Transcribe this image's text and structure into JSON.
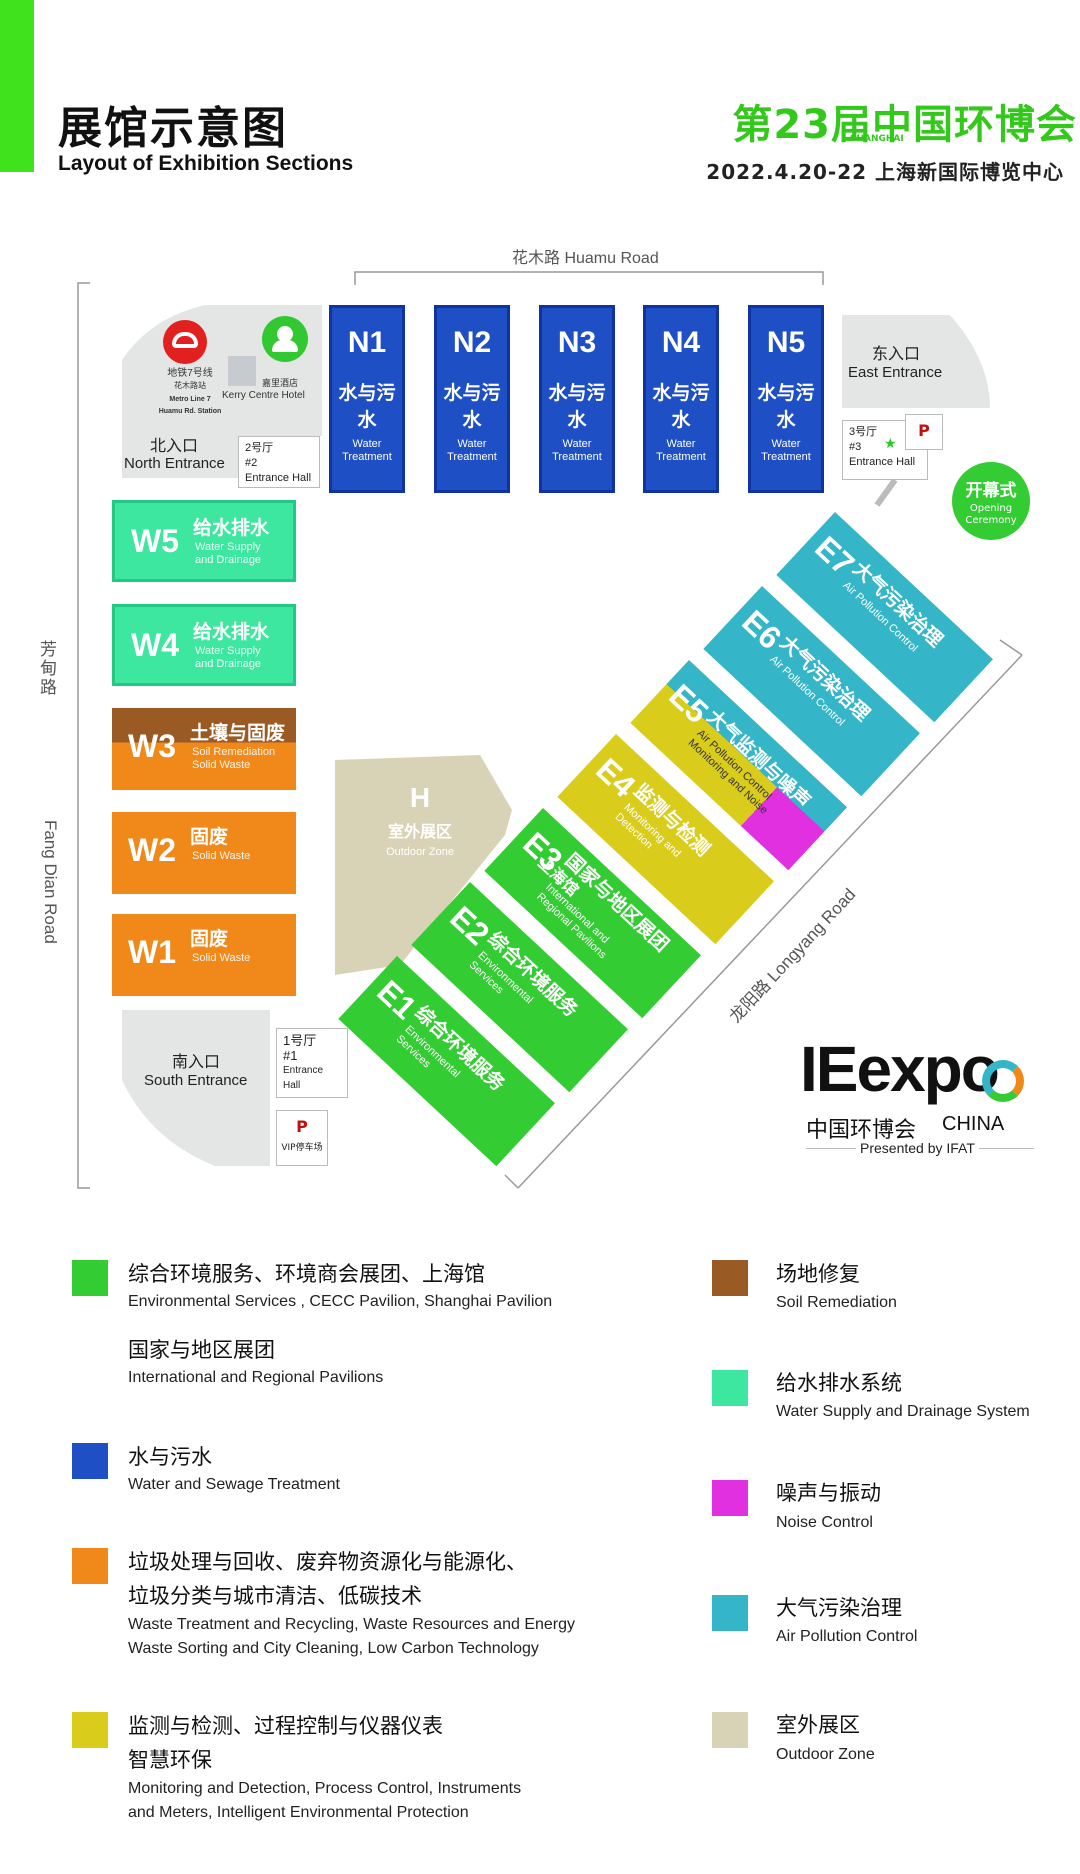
{
  "header": {
    "title_cn": "展馆示意图",
    "title_en": "Layout of Exhibition Sections",
    "event_name": "第23届中国环博会",
    "event_shanghai": "SHANGHAI",
    "event_sub": "2022.4.20-22  上海新国际博览中心"
  },
  "roads": {
    "top": "花木路 Huamu Road",
    "left_cn": "芳甸路",
    "left_en": "Fang Dian Road",
    "right": "龙阳路  Longyang Road"
  },
  "north_halls": [
    {
      "code": "N1",
      "cn": "水与污水",
      "en1": "Water",
      "en2": "Treatment"
    },
    {
      "code": "N2",
      "cn": "水与污水",
      "en1": "Water",
      "en2": "Treatment"
    },
    {
      "code": "N3",
      "cn": "水与污水",
      "en1": "Water",
      "en2": "Treatment"
    },
    {
      "code": "N4",
      "cn": "水与污水",
      "en1": "Water",
      "en2": "Treatment"
    },
    {
      "code": "N5",
      "cn": "水与污水",
      "en1": "Water",
      "en2": "Treatment"
    }
  ],
  "west_halls": [
    {
      "code": "W5",
      "cn": "给水排水",
      "en1": "Water Supply",
      "en2": "and Drainage",
      "color": "#3ee7a0"
    },
    {
      "code": "W4",
      "cn": "给水排水",
      "en1": "Water Supply",
      "en2": "and Drainage",
      "color": "#3ee7a0"
    },
    {
      "code": "W3",
      "cn": "土壤与固废",
      "en1": "Soil Remediation",
      "en2": "Solid Waste",
      "color": "#f0881a",
      "top_color": "#9a5a24"
    },
    {
      "code": "W2",
      "cn": "固废",
      "en1": "Solid Waste",
      "en2": "",
      "color": "#f0881a"
    },
    {
      "code": "W1",
      "cn": "固废",
      "en1": "Solid Waste",
      "en2": "",
      "color": "#f0881a"
    }
  ],
  "east_halls": [
    {
      "code": "E7",
      "cn": "大气污染治理",
      "en1": "Air Pollution Control",
      "en2": "",
      "color": "#35b5c8"
    },
    {
      "code": "E6",
      "cn": "大气污染治理",
      "en1": "Air Pollution Control",
      "en2": "",
      "color": "#35b5c8"
    },
    {
      "code": "E5",
      "cn": "大气监测与噪声",
      "en1": "Air Pollution Control",
      "en2": "Monitoring and Noise",
      "color": "#d9cc1a"
    },
    {
      "code": "E4",
      "cn": "监测与检测",
      "en1": "Monitoring and",
      "en2": "Detection",
      "color": "#d9cc1a"
    },
    {
      "code": "E3",
      "cn": "国家与地区展团",
      "cn2": "上海馆",
      "en1": "International and",
      "en2": "Regional Pavilions",
      "color": "#33cc33"
    },
    {
      "code": "E2",
      "cn": "综合环境服务",
      "en1": "Environmental",
      "en2": "Services",
      "color": "#33cc33"
    },
    {
      "code": "E1",
      "cn": "综合环境服务",
      "en1": "Environmental",
      "en2": "Services",
      "color": "#33cc33"
    }
  ],
  "outdoor": {
    "code": "H",
    "cn": "室外展区",
    "en": "Outdoor Zone"
  },
  "metro": {
    "line1": "地铁7号线",
    "line2": "花木路站",
    "line3": "Metro Line 7",
    "line4": "Huamu Rd. Station",
    "hotel_cn": "嘉里酒店",
    "hotel_en": "Kerry Centre Hotel"
  },
  "entrances": {
    "north_cn": "北入口",
    "north_en": "North Entrance",
    "east_cn": "东入口",
    "east_en": "East Entrance",
    "south_cn": "南入口",
    "south_en": "South Entrance",
    "hall2_a": "2号厅",
    "hall2_b": "#2",
    "hall2_c": "Entrance Hall",
    "hall3_a": "3号厅",
    "hall3_b": "#3",
    "hall3_c": "Entrance Hall",
    "hall1_a": "1号厅",
    "hall1_b": "#1",
    "hall1_c": "Entrance Hall",
    "parking": "P",
    "vip_parking": "VIP停车场",
    "opening_cn": "开幕式",
    "opening_en1": "Opening",
    "opening_en2": "Ceremony"
  },
  "ieexpo": {
    "logo": "IEexpo",
    "cn": "中国环博会",
    "china": "CHINA",
    "presented": "Presented by IFAT"
  },
  "legend": {
    "left": [
      {
        "color": "#33cc33",
        "cn": "综合环境服务、环境商会展团、上海馆",
        "en": "Environmental Services , CECC Pavilion, Shanghai Pavilion",
        "cn2": "国家与地区展团",
        "en2": "International and Regional Pavilions"
      },
      {
        "color": "#1f4fc4",
        "cn": "水与污水",
        "en": "Water and Sewage Treatment"
      },
      {
        "color": "#f0881a",
        "cn": "垃圾处理与回收、废弃物资源化与能源化、",
        "cn2": "垃圾分类与城市清洁、低碳技术",
        "en": "Waste Treatment and Recycling, Waste Resources and Energy",
        "en2": "Waste Sorting and City Cleaning, Low Carbon Technology"
      },
      {
        "color": "#d9cc1a",
        "cn": "监测与检测、过程控制与仪器仪表",
        "cn2": "智慧环保",
        "en": "Monitoring and Detection, Process Control, Instruments",
        "en2": "and Meters, Intelligent Environmental Protection"
      }
    ],
    "right": [
      {
        "color": "#9a5a24",
        "cn": "场地修复",
        "en": "Soil Remediation"
      },
      {
        "color": "#3ee7a0",
        "cn": "给水排水系统",
        "en": "Water Supply and Drainage System"
      },
      {
        "color": "#e030e0",
        "cn": "噪声与振动",
        "en": "Noise Control"
      },
      {
        "color": "#35b5c8",
        "cn": "大气污染治理",
        "en": "Air Pollution Control"
      },
      {
        "color": "#d8d3b6",
        "cn": "室外展区",
        "en": "Outdoor Zone"
      }
    ]
  },
  "colors": {
    "outdoor": "#d8d3b6",
    "entrance": "#e4e6e5",
    "accent": "#3fe21d"
  }
}
